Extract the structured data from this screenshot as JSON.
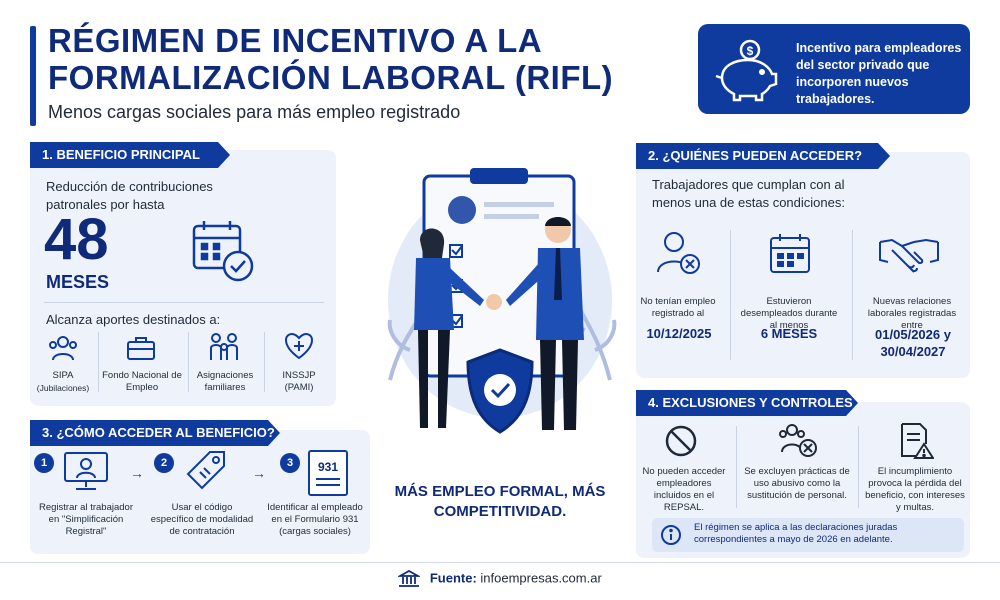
{
  "header": {
    "title": "RÉGIMEN DE INCENTIVO A LA FORMALIZACIÓN LABORAL (RIFL)",
    "subtitle": "Menos cargas sociales para más empleo registrado",
    "promo_text": "Incentivo para empleadores del sector privado que incorporen nuevos trabajadores."
  },
  "section1": {
    "heading": "1. BENEFICIO PRINCIPAL",
    "intro": "Reducción de contribuciones patronales por hasta",
    "number": "48",
    "unit": "MESES",
    "aportes_label": "Alcanza aportes destinados a:",
    "items": [
      {
        "icon": "people-icon",
        "label": "SIPA",
        "sub": "(Jubilaciones)"
      },
      {
        "icon": "briefcase-icon",
        "label": "Fondo Nacional de Empleo",
        "sub": ""
      },
      {
        "icon": "family-icon",
        "label": "Asignaciones familiares",
        "sub": ""
      },
      {
        "icon": "heart-plus-icon",
        "label": "INSSJP",
        "sub": "(PAMI)"
      }
    ]
  },
  "section2": {
    "heading": "2. ¿QUIÉNES PUEDEN ACCEDER?",
    "intro": "Trabajadores que cumplan con al menos una de estas condiciones:",
    "items": [
      {
        "icon": "user-x-icon",
        "text": "No tenían empleo registrado al",
        "value": "10/12/2025"
      },
      {
        "icon": "calendar-icon",
        "text": "Estuvieron desempleados durante al menos",
        "value": "6 MESES"
      },
      {
        "icon": "handshake-icon",
        "text": "Nuevas relaciones laborales registradas entre",
        "value": "01/05/2026 y 30/04/2027"
      }
    ]
  },
  "section3": {
    "heading": "3. ¿CÓMO ACCEDER AL BENEFICIO?",
    "steps": [
      {
        "num": "1",
        "icon": "monitor-user-icon",
        "text": "Registrar al trabajador en \"Simplificación Registral\""
      },
      {
        "num": "2",
        "icon": "tag-icon",
        "text": "Usar el código específico de modalidad de contratación"
      },
      {
        "num": "3",
        "icon": "form-931-icon",
        "icon_text": "931",
        "text": "Identificar al empleado en el Formulario 931 (cargas sociales)"
      }
    ],
    "arrow": "→"
  },
  "section4": {
    "heading": "4. EXCLUSIONES Y CONTROLES",
    "items": [
      {
        "icon": "ban-icon",
        "text": "No pueden acceder empleadores incluidos en el REPSAL."
      },
      {
        "icon": "people-x-icon",
        "text": "Se excluyen prácticas de uso abusivo como la sustitución de personal."
      },
      {
        "icon": "document-warning-icon",
        "text": "El incumplimiento provoca la pérdida del beneficio, con intereses y multas."
      }
    ],
    "note": "El régimen se aplica a las declaraciones juradas correspondientes a mayo de 2026 en adelante."
  },
  "center": {
    "tagline": "MÁS EMPLEO FORMAL, MÁS COMPETITIVIDAD."
  },
  "footer": {
    "label": "Fuente:",
    "source": "infoempresas.com.ar"
  },
  "colors": {
    "primary": "#0f3a9e",
    "title": "#0f2a78",
    "panel": "#eef3fb"
  }
}
